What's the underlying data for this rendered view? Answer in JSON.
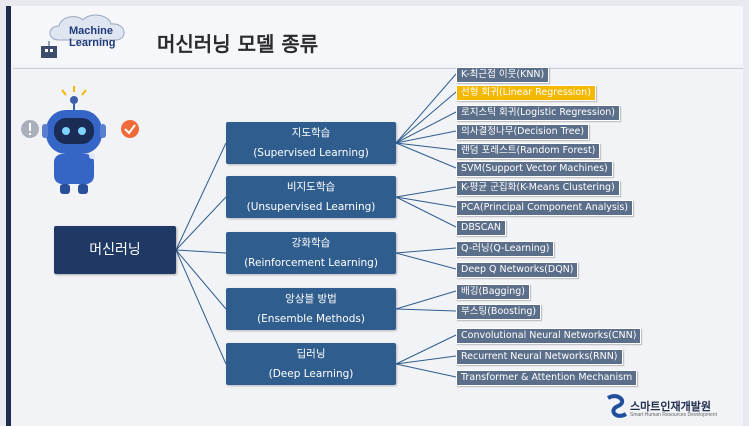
{
  "header": {
    "logo_line1": "Machine",
    "logo_line2": "Learning",
    "title": "머신러닝 모델 종류"
  },
  "root": {
    "label": "머신러닝"
  },
  "categories": [
    {
      "name": "지도학습",
      "name_en": "(Supervised Learning)"
    },
    {
      "name": "비지도학습",
      "name_en": "(Unsupervised Learning)"
    },
    {
      "name": "강화학습",
      "name_en": "(Reinforcement Learning)"
    },
    {
      "name": "앙상블 방법",
      "name_en": "(Ensemble Methods)"
    },
    {
      "name": "딥러닝",
      "name_en": "(Deep Learning)"
    }
  ],
  "leaves": [
    "K-최근접 이웃(KNN)",
    "선형 회귀(Linear Regression)",
    "로지스틱 회귀(Logistic Regression)",
    "의사결정나무(Decision Tree)",
    "랜덤 포레스트(Random Forest)",
    "SVM(Support Vector Machines)",
    "K-평균 군집화(K-Means Clustering)",
    "PCA(Principal Component Analysis)",
    "DBSCAN",
    "Q-러닝(Q-Learning)",
    "Deep Q Networks(DQN)",
    "배깅(Bagging)",
    "부스팅(Boosting)",
    "Convolutional Neural Networks(CNN)",
    "Recurrent Neural Networks(RNN)",
    "Transformer & Attention Mechanism"
  ],
  "highlight_color": "#f5b800",
  "brand": {
    "name": "스마트인재개발원",
    "sub": "Smart Human Resources Development"
  },
  "icons": [
    "robot-icon",
    "exclamation-icon",
    "check-icon"
  ]
}
